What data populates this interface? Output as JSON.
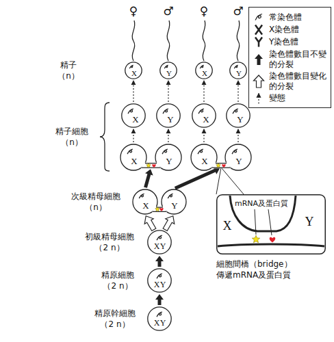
{
  "diagram": {
    "nodes": [
      {
        "text": [
          "X"
        ]
      },
      {
        "text": [
          "Y"
        ]
      },
      {
        "text": [
          "X"
        ]
      },
      {
        "text": [
          "Y"
        ]
      },
      {
        "text": [
          "X"
        ]
      },
      {
        "text": [
          "Y"
        ]
      },
      {
        "text": [
          "X"
        ]
      },
      {
        "text": [
          "Y"
        ]
      },
      {
        "text": [
          "X",
          "Y"
        ]
      },
      {
        "text": [
          "X",
          "Y"
        ]
      },
      {
        "text": [
          "X",
          "Y"
        ]
      },
      {
        "text": [
          "X",
          "Y"
        ]
      },
      {
        "text": [
          "X",
          "Y"
        ]
      },
      {
        "text": [
          "X",
          "Y"
        ]
      },
      {
        "text": [
          "mRNA及蛋白質",
          "X",
          "Y"
        ]
      }
    ],
    "edges": [
      {
        "from": 4,
        "to": 0,
        "arrow": "to"
      },
      {
        "from": 5,
        "to": 1,
        "arrow": "to"
      },
      {
        "from": 6,
        "to": 2,
        "arrow": "to"
      },
      {
        "from": 7,
        "to": 3,
        "arrow": "to"
      },
      {
        "from": 8,
        "to": 4,
        "arrow": "to"
      },
      {
        "from": 8,
        "to": 5,
        "arrow": "to"
      },
      {
        "from": 9,
        "to": 6,
        "arrow": "to"
      },
      {
        "from": 9,
        "to": 7,
        "arrow": "to"
      },
      {
        "from": 10,
        "to": 8,
        "arrow": "to"
      },
      {
        "from": 10,
        "to": 9,
        "arrow": "to"
      },
      {
        "from": 11,
        "to": 10,
        "arrow": "to"
      },
      {
        "from": 11,
        "to": 10,
        "arrow": "to"
      },
      {
        "from": 12,
        "to": 11,
        "arrow": "to"
      },
      {
        "from": 13,
        "to": 12,
        "arrow": "to"
      },
      {
        "from": 9,
        "to": 14,
        "arrow": "none"
      }
    ],
    "labels": [
      "♀",
      "♂",
      "♀",
      "♂",
      "精子 （n）",
      "精子細胞 （n）",
      "次級精母細胞 （n）",
      "初級精母細胞 （2 n）",
      "精原細胞 （2 n）",
      "精原幹細胞 （2 n）",
      "細胞間橋（bridge） 傳遞mRNA及蛋白質"
    ],
    "legend": [
      {
        "text": "常染色體"
      },
      {
        "text": "X染色體"
      },
      {
        "text": "Y染色體"
      },
      {
        "text": "染色體數目不變的分裂"
      },
      {
        "text": "染色體數目變化的分裂"
      },
      {
        "text": "變態"
      }
    ]
  }
}
